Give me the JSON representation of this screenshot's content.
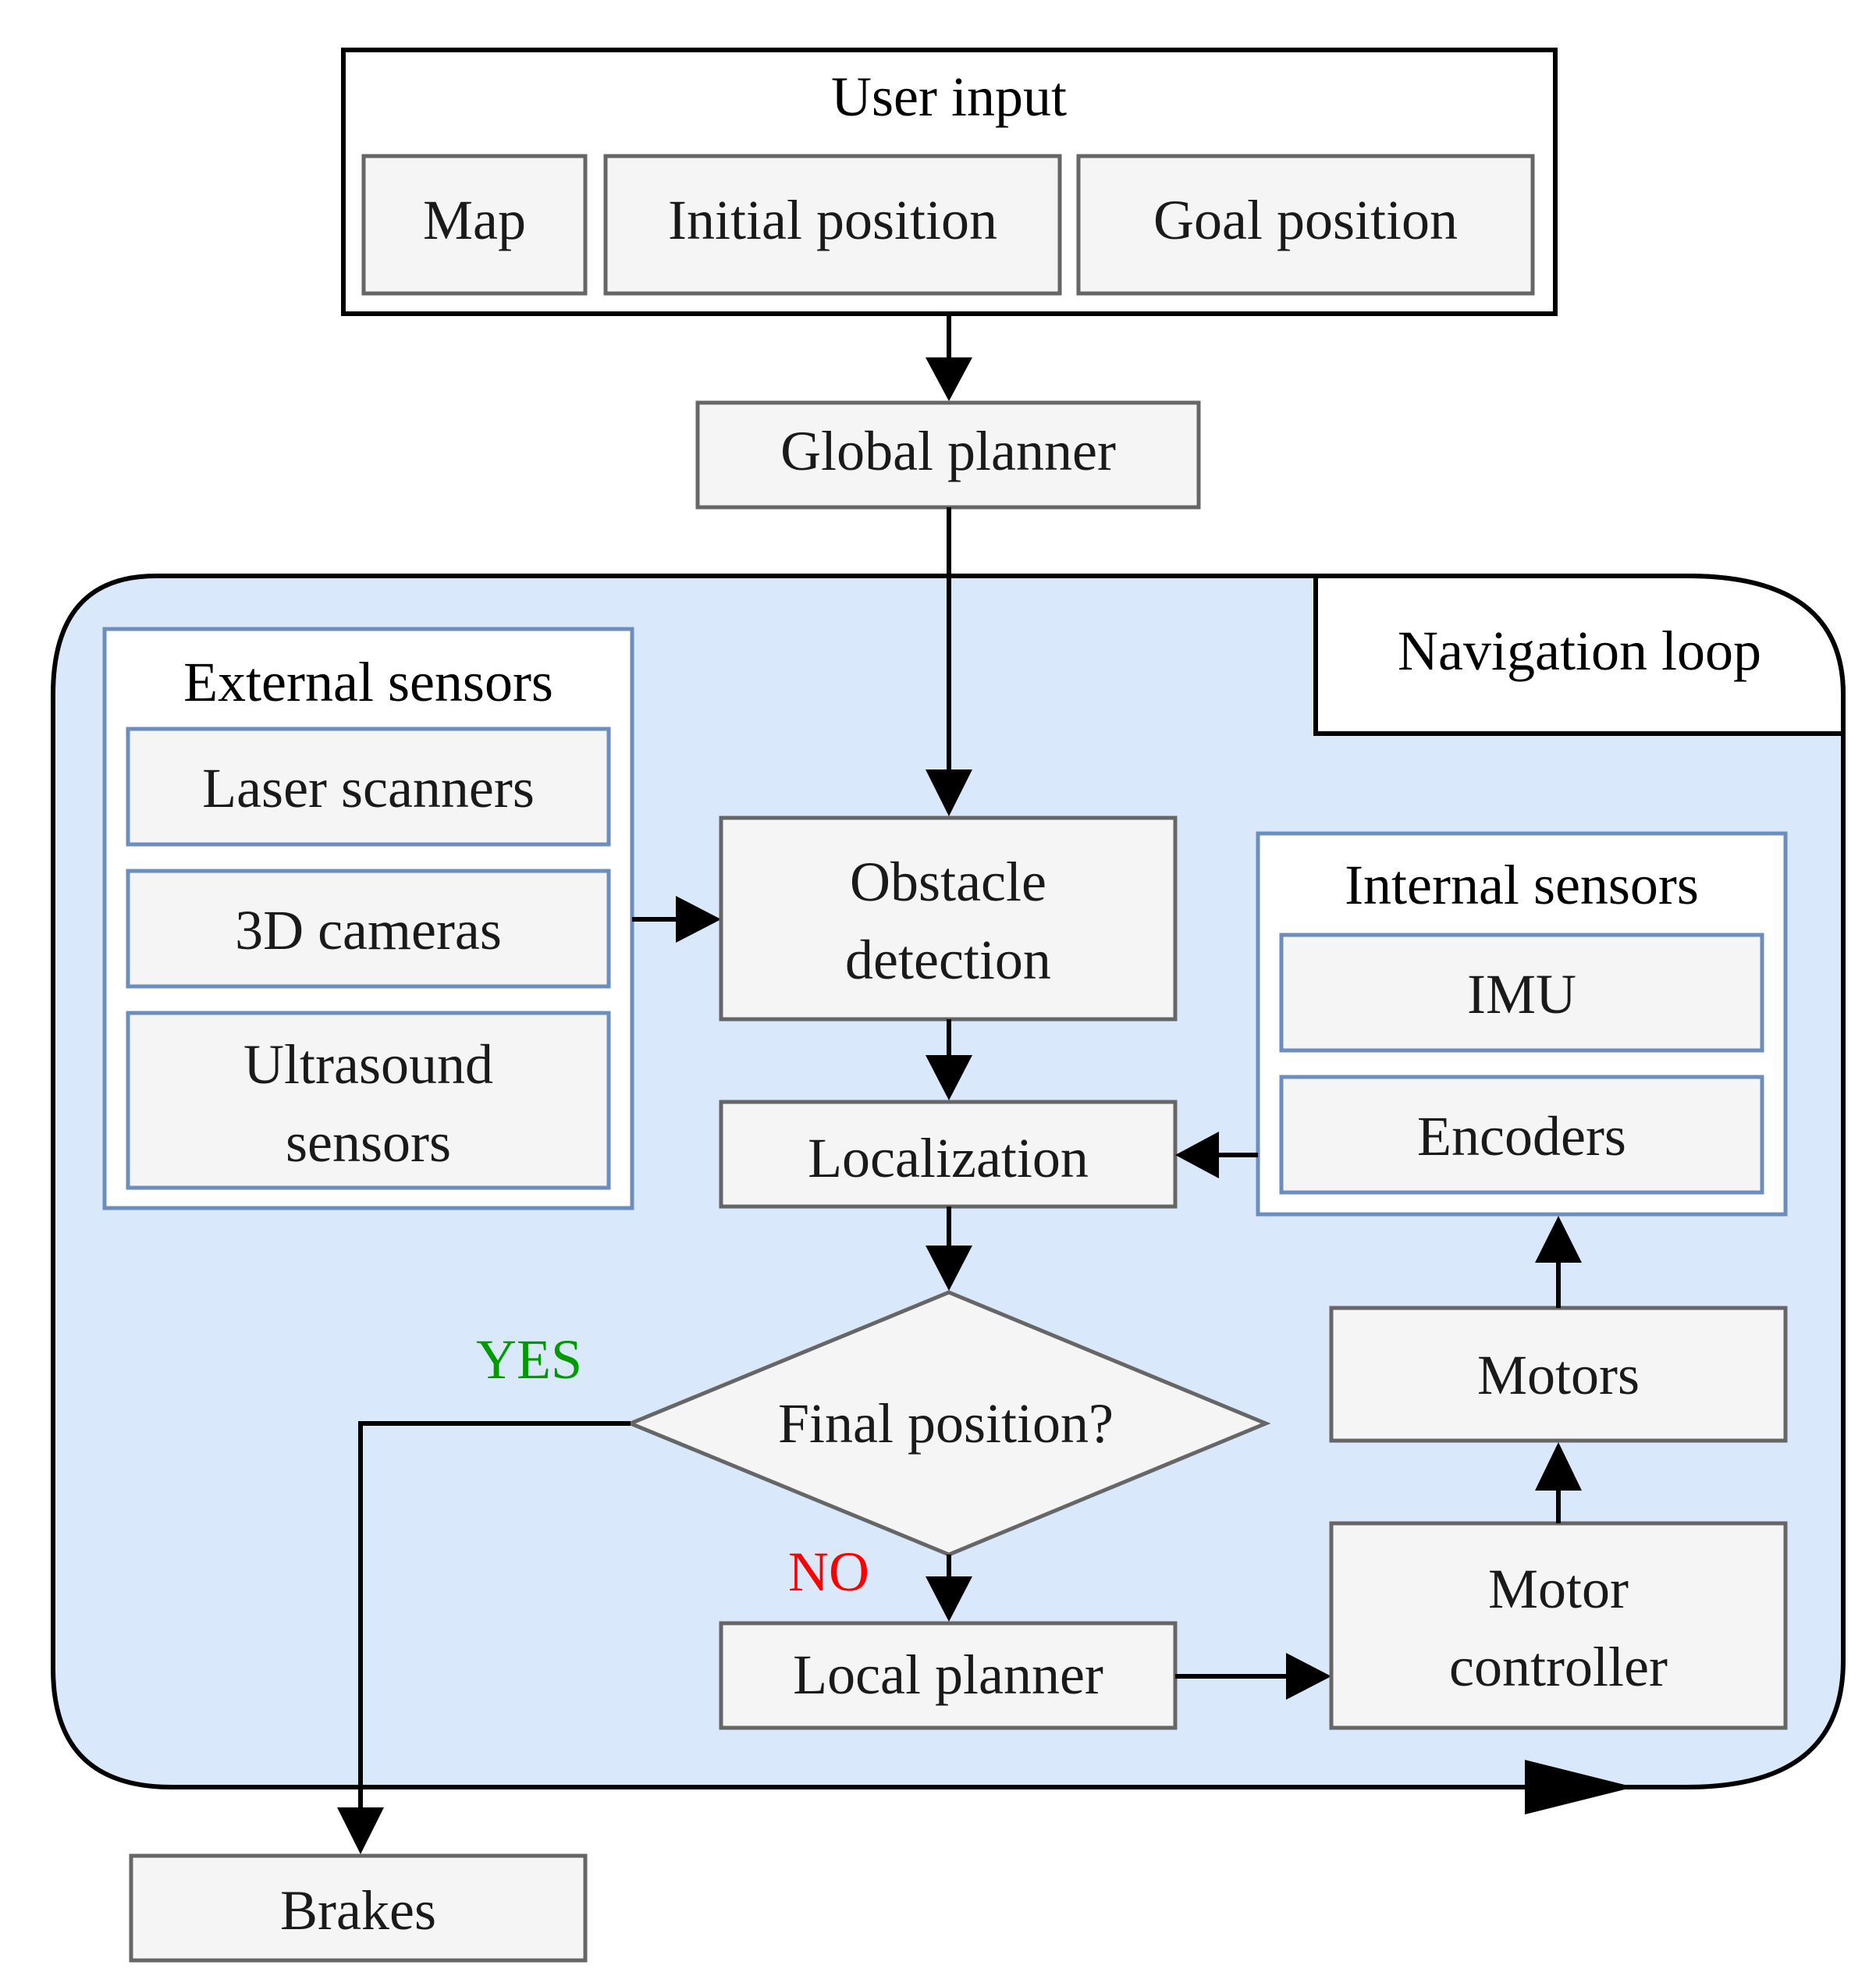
{
  "user_input": {
    "title": "User input",
    "map": "Map",
    "initial_position": "Initial position",
    "goal_position": "Goal position"
  },
  "global_planner": "Global planner",
  "navigation_loop": {
    "title": "Navigation loop",
    "external_sensors": {
      "title": "External sensors",
      "laser": "Laser scanners",
      "cameras": "3D cameras",
      "ultrasound_line1": "Ultrasound",
      "ultrasound_line2": "sensors"
    },
    "obstacle_detection_line1": "Obstacle",
    "obstacle_detection_line2": "detection",
    "localization": "Localization",
    "internal_sensors": {
      "title": "Internal sensors",
      "imu": "IMU",
      "encoders": "Encoders"
    },
    "decision": "Final position?",
    "yes_label": "YES",
    "no_label": "NO",
    "local_planner": "Local planner",
    "motor_controller_line1": "Motor",
    "motor_controller_line2": "controller",
    "motors": "Motors"
  },
  "brakes": "Brakes",
  "colors": {
    "loop_fill": "#dae8fc",
    "sensor_border": "#6c8ebf",
    "yes": "#009900",
    "no": "#ff0000"
  }
}
